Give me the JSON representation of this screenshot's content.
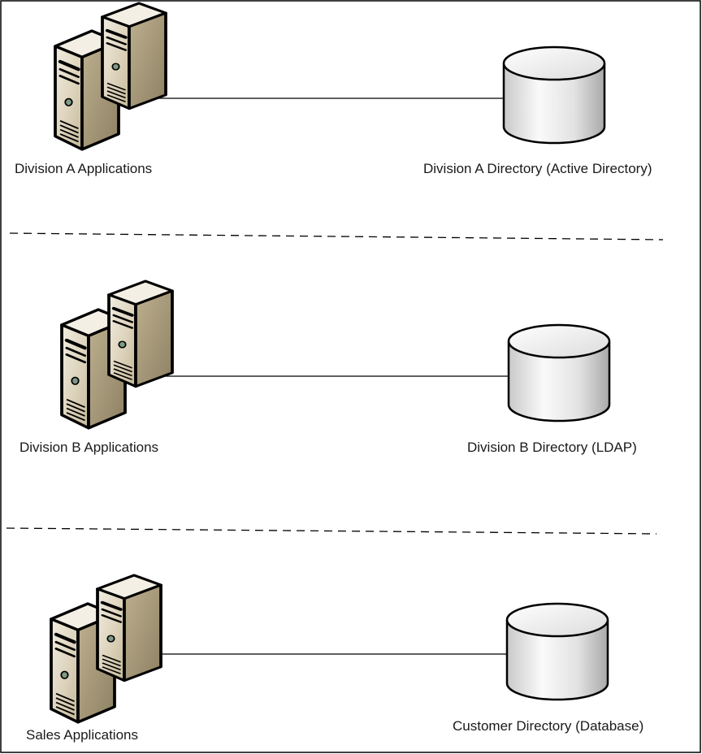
{
  "colors": {
    "server_front": "#e7e0cf",
    "server_side": "#a39676",
    "server_top": "#f3efe5",
    "cylinder_light": "#f4f4f4",
    "cylinder_dark": "#b9b9b9",
    "outline": "#000000"
  },
  "sections": [
    {
      "applications": {
        "label": "Division A Applications",
        "icon": "server-pair-icon"
      },
      "directory": {
        "label": "Division A Directory (Active Directory)",
        "icon": "database-cylinder-icon"
      }
    },
    {
      "applications": {
        "label": "Division B Applications",
        "icon": "server-pair-icon"
      },
      "directory": {
        "label": "Division B Directory (LDAP)",
        "icon": "database-cylinder-icon"
      }
    },
    {
      "applications": {
        "label": "Sales Applications",
        "icon": "server-pair-icon"
      },
      "directory": {
        "label": "Customer Directory (Database)",
        "icon": "database-cylinder-icon"
      }
    }
  ]
}
